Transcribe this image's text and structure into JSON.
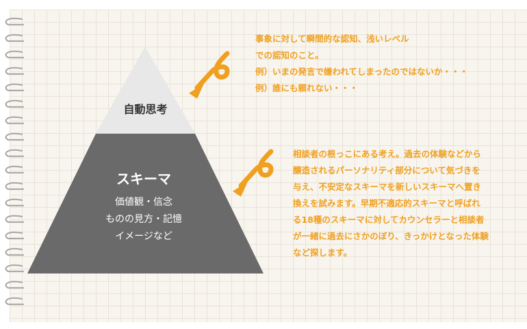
{
  "pyramid": {
    "top_tier": {
      "label": "自動思考"
    },
    "bottom_tier": {
      "title": "スキーマ",
      "lines": [
        "価値観・信念",
        "ものの見方・記憶",
        "イメージなど"
      ]
    }
  },
  "notes": {
    "automatic_thought": [
      "事象に対して瞬間的な認知、浅いレベル",
      "での認知のこと。",
      "例）いまの発言で嫌われてしまったのではないか・・・",
      "例）誰にも頼れない・・・"
    ],
    "schema": [
      "相談者の根っこにある考え。過去の体験などから",
      "醸造されるパーソナリティ部分について気づきを",
      "与え、不安定なスキーマを新しいスキーマへ置き",
      "換えを試みます。早期不適応的スキーマと呼ばれ",
      "る18種のスキーマに対してカウンセラーと相談者",
      "が一緒に過去にさかのぼり、きっかけとなった体験",
      "など探します。"
    ]
  },
  "colors": {
    "top_tier": "#e8e8e8",
    "bottom_tier": "#6a6a6a",
    "accent": "#f0a020",
    "paper": "#f8f5ef",
    "grid": "#e9e3d8"
  },
  "icons": [
    "notebook-spiral",
    "curly-arrow-icon"
  ]
}
